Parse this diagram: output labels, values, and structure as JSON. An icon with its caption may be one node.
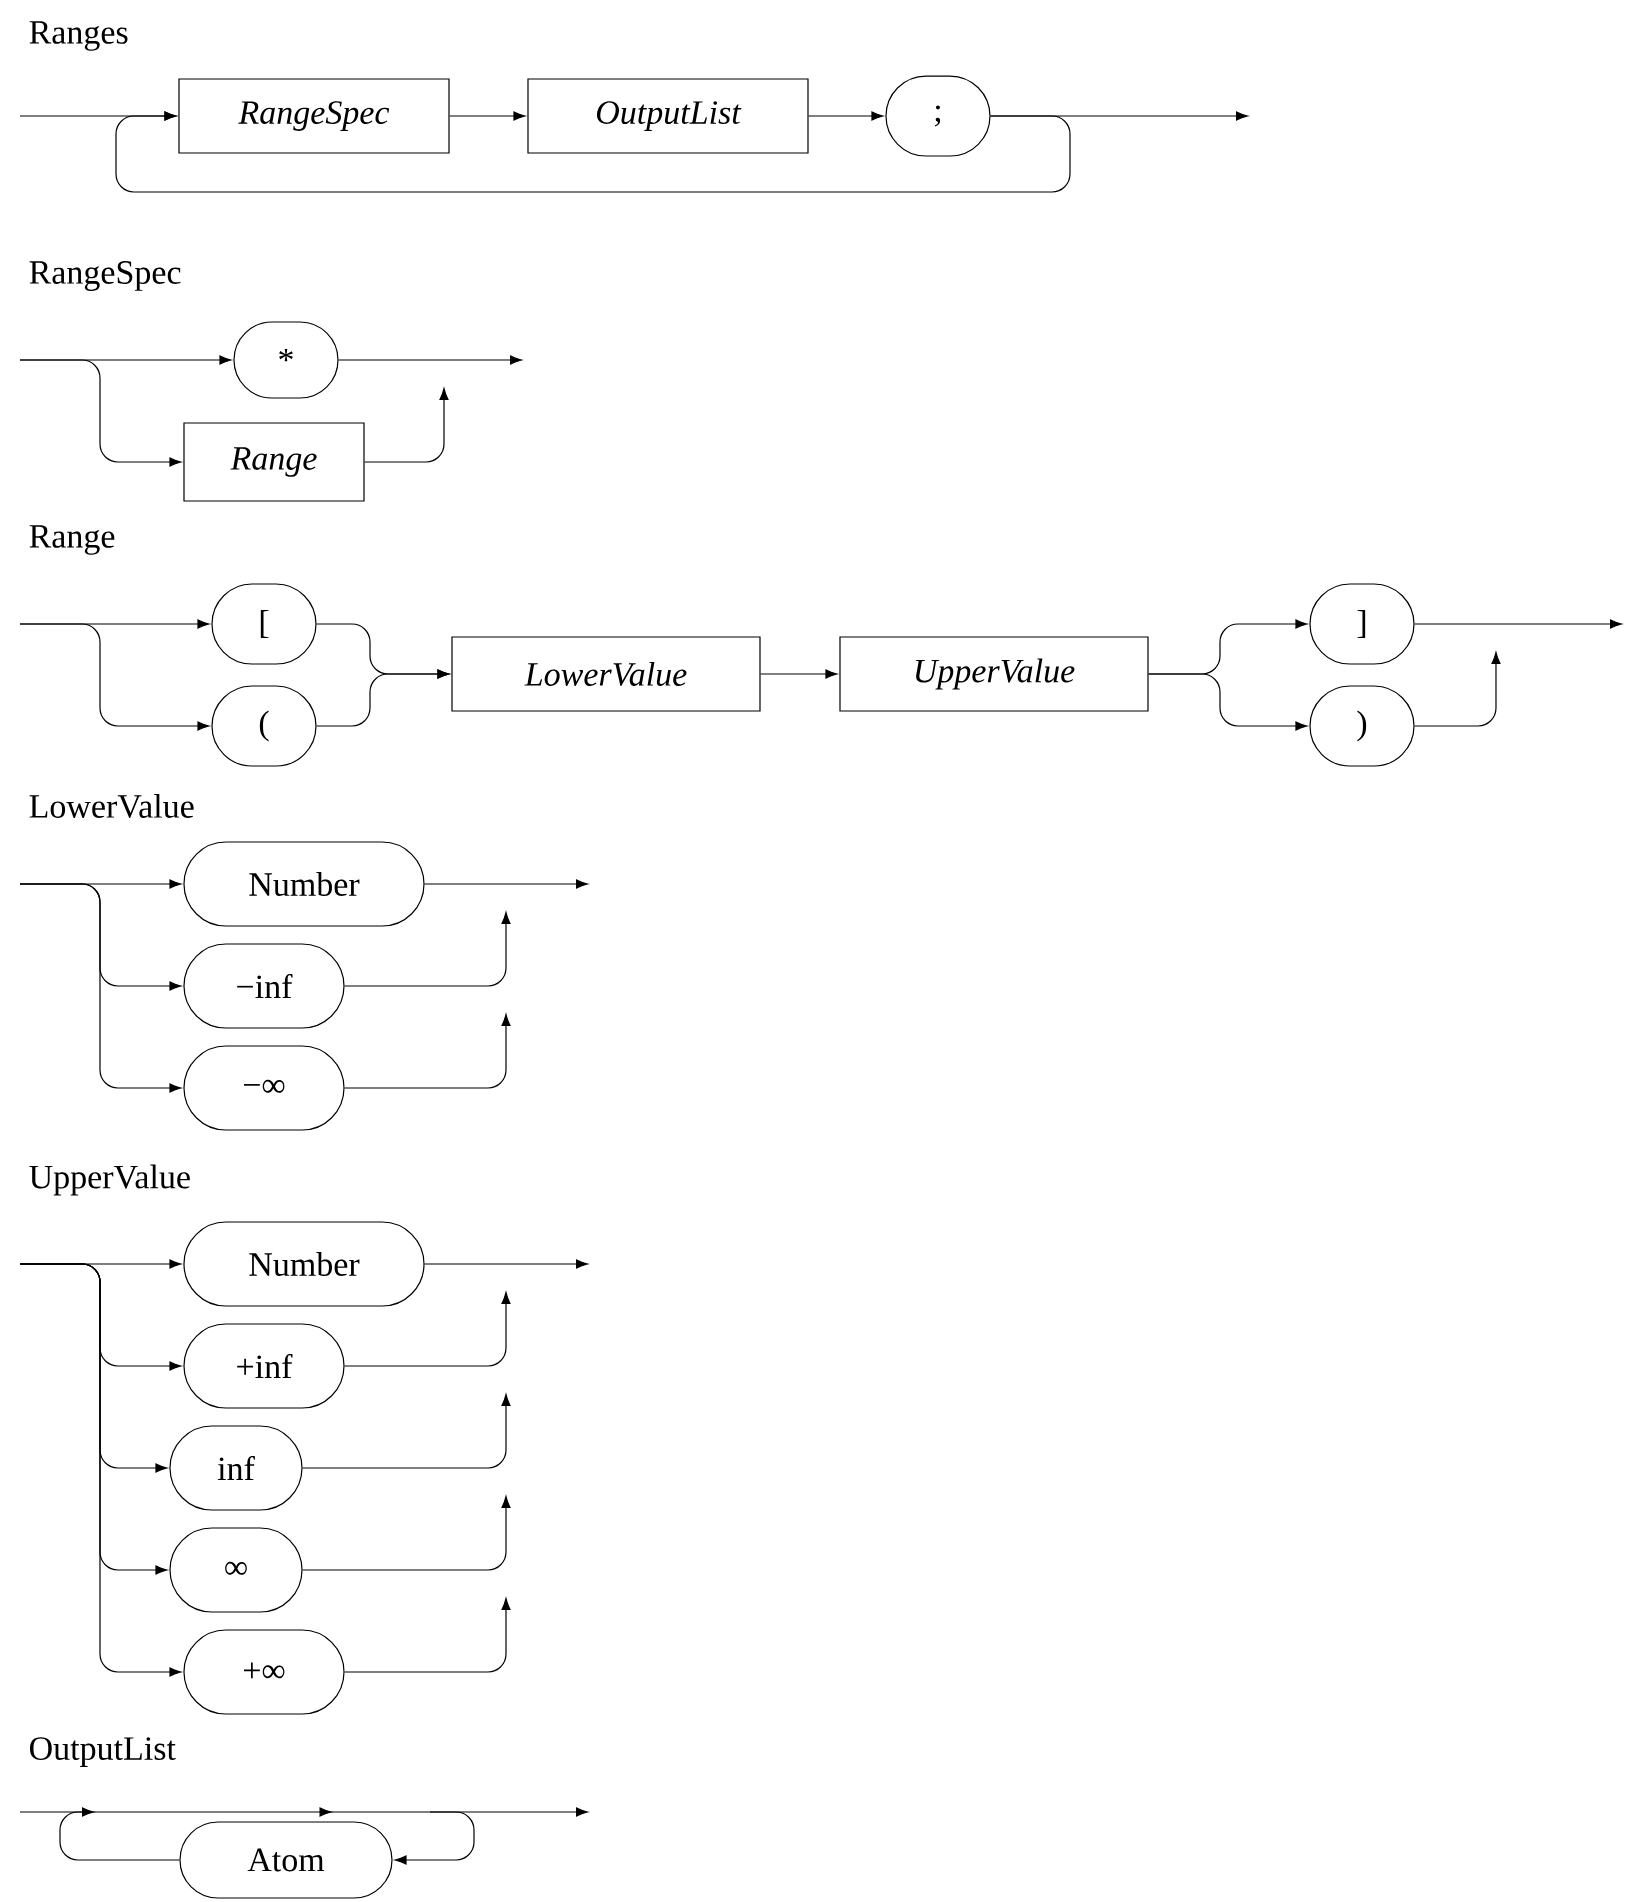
{
  "diagram": {
    "nodes": [
      {
        "text": [
          "RangeSpec"
        ]
      },
      {
        "text": [
          "OutputList"
        ]
      },
      {
        "text": [
          ";"
        ]
      },
      {
        "text": [
          "*"
        ]
      },
      {
        "text": [
          "Range"
        ]
      },
      {
        "text": [
          "["
        ]
      },
      {
        "text": [
          "("
        ]
      },
      {
        "text": [
          "LowerValue"
        ]
      },
      {
        "text": [
          "UpperValue"
        ]
      },
      {
        "text": [
          "]"
        ]
      },
      {
        "text": [
          ")"
        ]
      },
      {
        "text": [
          "Number"
        ]
      },
      {
        "text": [
          "−inf"
        ]
      },
      {
        "text": [
          "−∞"
        ]
      },
      {
        "text": [
          "Number"
        ]
      },
      {
        "text": [
          "+inf"
        ]
      },
      {
        "text": [
          "inf"
        ]
      },
      {
        "text": [
          "∞"
        ]
      },
      {
        "text": [
          "+∞"
        ]
      },
      {
        "text": [
          "Atom"
        ]
      }
    ],
    "edges": [
      {
        "from": null,
        "to": 0,
        "arrow": "to"
      },
      {
        "from": 0,
        "to": 1,
        "arrow": "to"
      },
      {
        "from": 1,
        "to": 2,
        "arrow": "to"
      },
      {
        "from": 2,
        "to": null,
        "arrow": "to"
      },
      {
        "from": 2,
        "to": 0,
        "arrow": "to"
      },
      {
        "from": null,
        "to": 3,
        "arrow": "to"
      },
      {
        "from": null,
        "to": 4,
        "arrow": "to"
      },
      {
        "from": 3,
        "to": null,
        "arrow": "to"
      },
      {
        "from": 4,
        "to": null,
        "arrow": "to"
      },
      {
        "from": null,
        "to": 5,
        "arrow": "to"
      },
      {
        "from": null,
        "to": 6,
        "arrow": "to"
      },
      {
        "from": 5,
        "to": 7,
        "arrow": "to"
      },
      {
        "from": 6,
        "to": 7,
        "arrow": "to"
      },
      {
        "from": 7,
        "to": 8,
        "arrow": "to"
      },
      {
        "from": 8,
        "to": 9,
        "arrow": "to"
      },
      {
        "from": 8,
        "to": 10,
        "arrow": "to"
      },
      {
        "from": 9,
        "to": null,
        "arrow": "to"
      },
      {
        "from": 10,
        "to": null,
        "arrow": "to"
      },
      {
        "from": null,
        "to": 11,
        "arrow": "to"
      },
      {
        "from": null,
        "to": 12,
        "arrow": "to"
      },
      {
        "from": null,
        "to": 13,
        "arrow": "to"
      },
      {
        "from": 11,
        "to": null,
        "arrow": "to"
      },
      {
        "from": 12,
        "to": null,
        "arrow": "to"
      },
      {
        "from": 13,
        "to": null,
        "arrow": "to"
      },
      {
        "from": null,
        "to": 14,
        "arrow": "to"
      },
      {
        "from": null,
        "to": 15,
        "arrow": "to"
      },
      {
        "from": null,
        "to": 16,
        "arrow": "to"
      },
      {
        "from": null,
        "to": 17,
        "arrow": "to"
      },
      {
        "from": null,
        "to": 18,
        "arrow": "to"
      },
      {
        "from": 14,
        "to": null,
        "arrow": "to"
      },
      {
        "from": 15,
        "to": null,
        "arrow": "to"
      },
      {
        "from": 16,
        "to": null,
        "arrow": "to"
      },
      {
        "from": 17,
        "to": null,
        "arrow": "to"
      },
      {
        "from": 18,
        "to": null,
        "arrow": "to"
      },
      {
        "from": null,
        "to": 19,
        "arrow": "to"
      },
      {
        "from": 19,
        "to": null,
        "arrow": "to"
      }
    ],
    "labels": [
      "Ranges",
      "RangeSpec",
      "Range",
      "LowerValue",
      "UpperValue",
      "OutputList"
    ]
  }
}
